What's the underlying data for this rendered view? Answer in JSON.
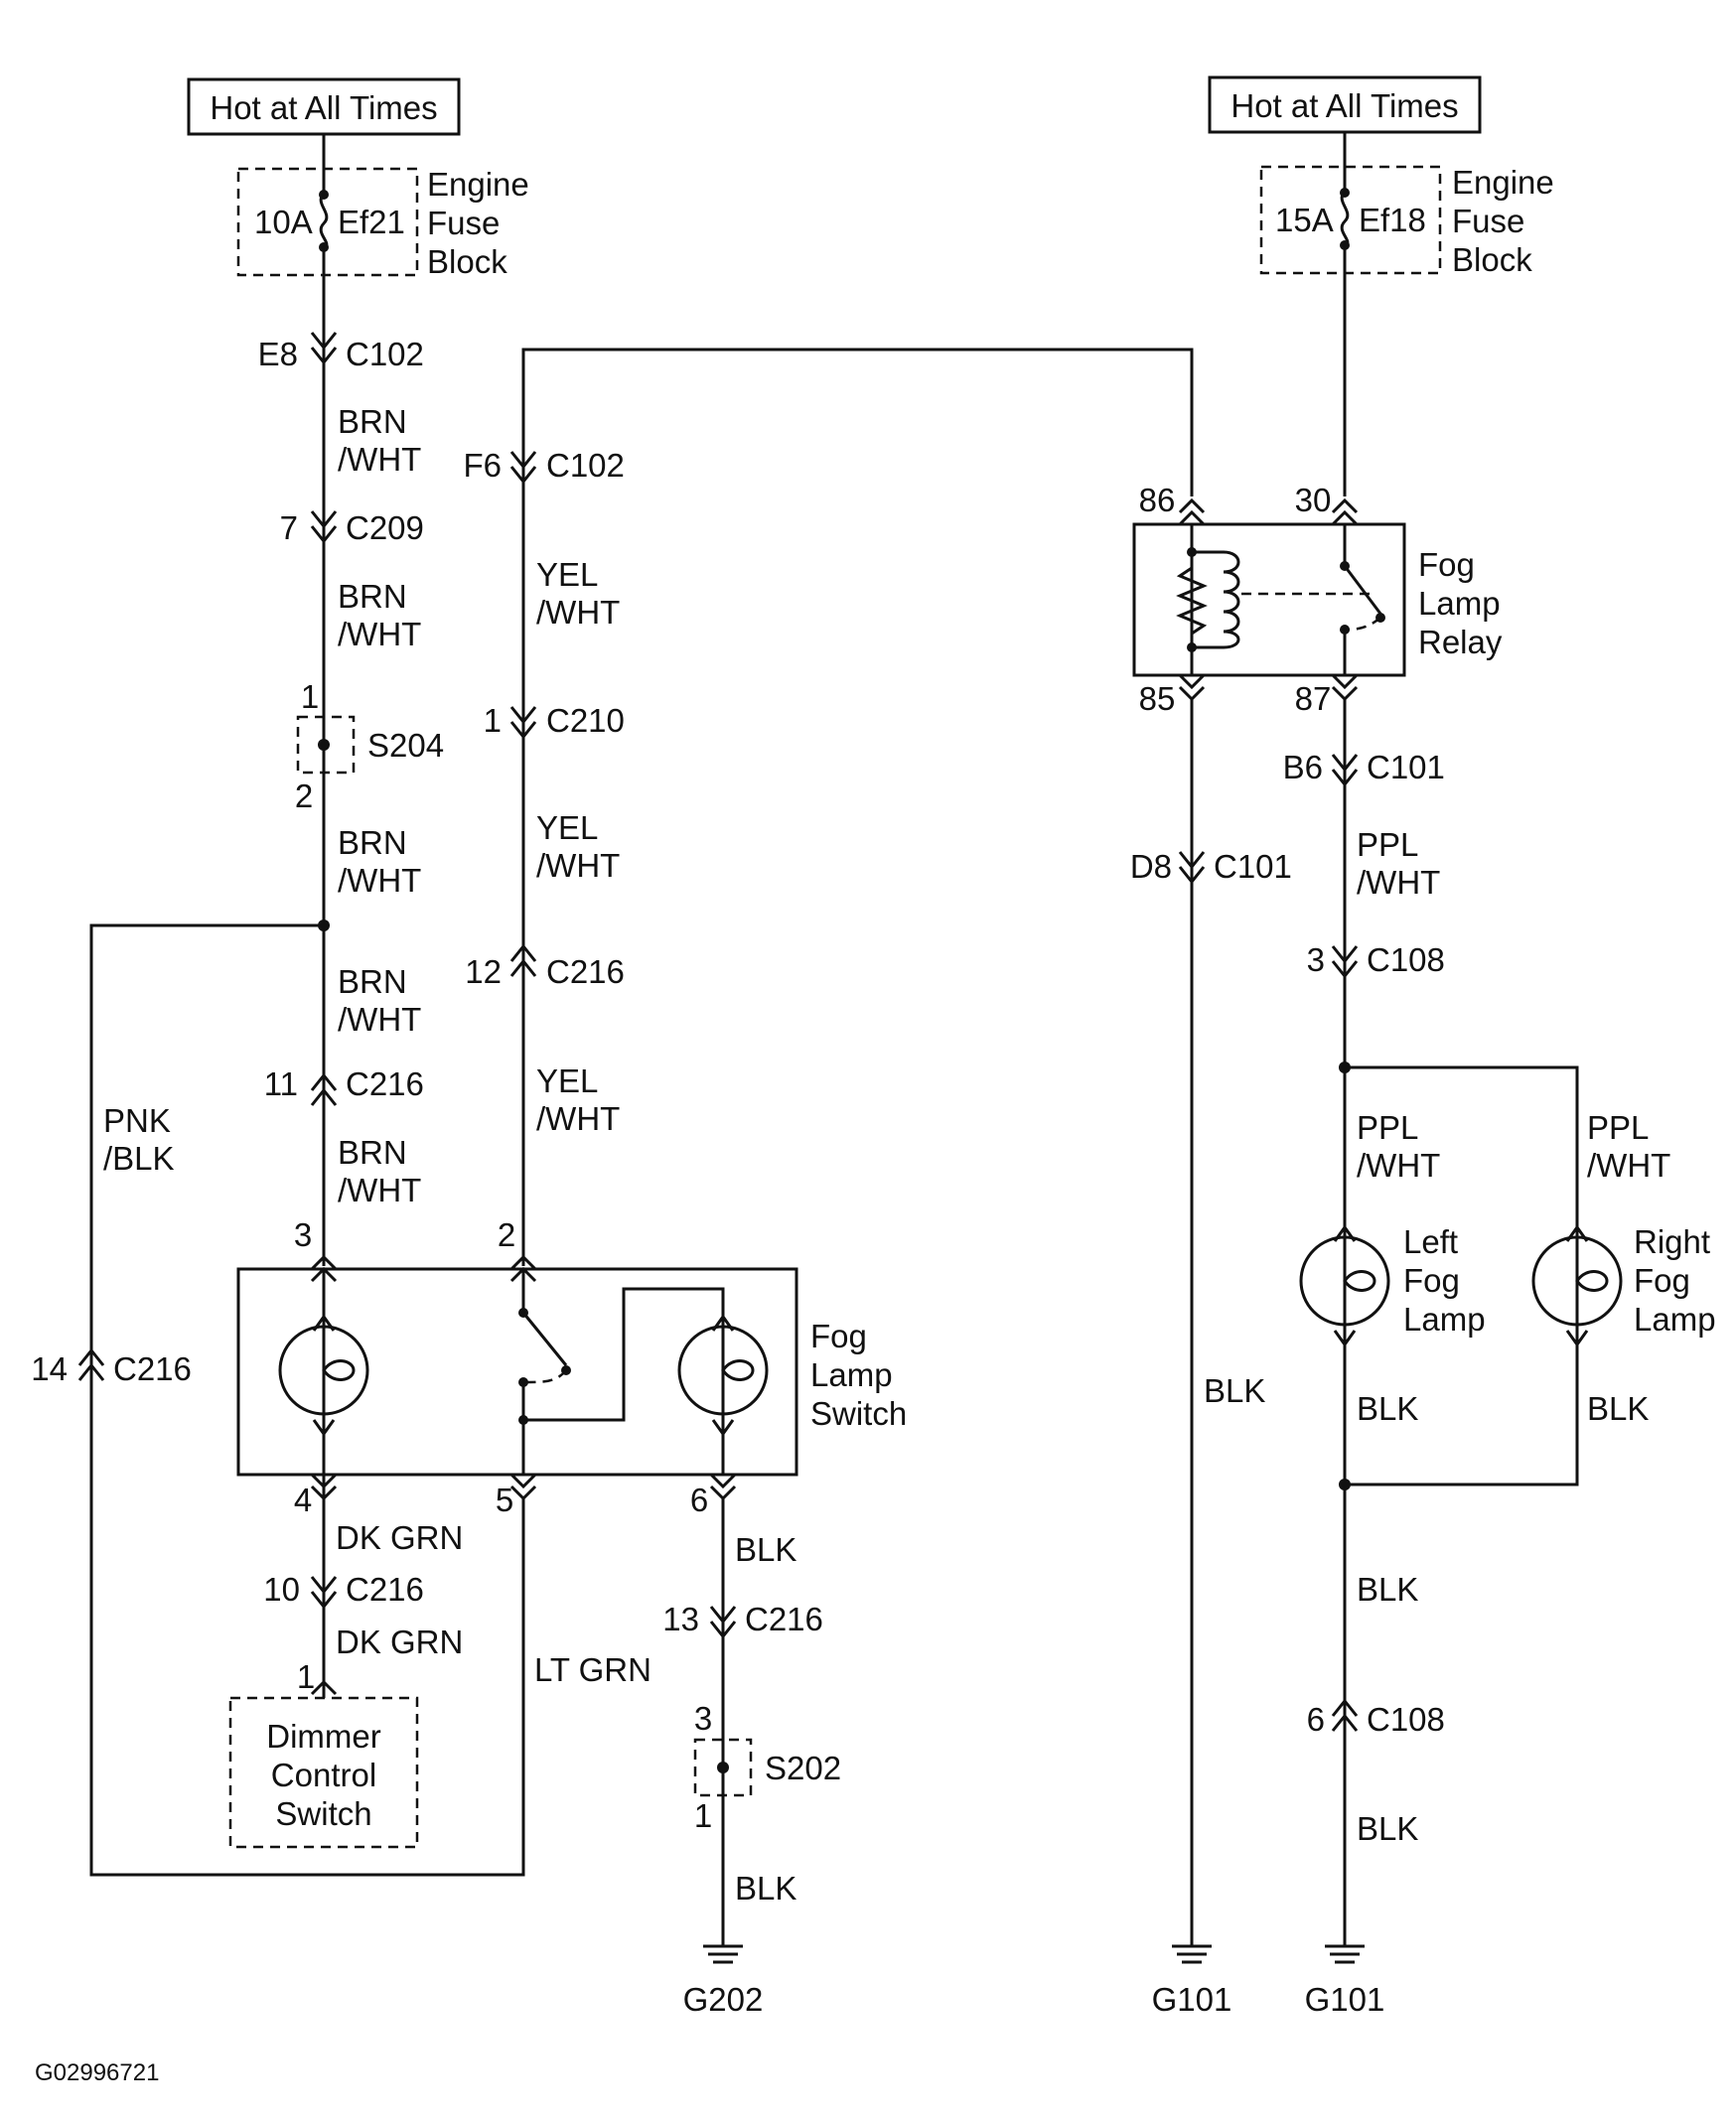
{
  "power": {
    "left_source": "Hot at All Times",
    "right_source": "Hot at All Times"
  },
  "fuses": {
    "left": {
      "rating": "10A",
      "id": "Ef21",
      "block": [
        "Engine",
        "Fuse",
        "Block"
      ]
    },
    "right": {
      "rating": "15A",
      "id": "Ef18",
      "block": [
        "Engine",
        "Fuse",
        "Block"
      ]
    }
  },
  "connectors": {
    "e8": "E8",
    "c102_a": "C102",
    "f6": "F6",
    "c102_b": "C102",
    "p7": "7",
    "c209": "C209",
    "p1_c210": "1",
    "c210": "C210",
    "p12": "12",
    "c216_12": "C216",
    "p11": "11",
    "c216_11": "C216",
    "p14": "14",
    "c216_14": "C216",
    "p10": "10",
    "c216_10": "C216",
    "p13": "13",
    "c216_13": "C216",
    "d8": "D8",
    "c101_d8": "C101",
    "b6": "B6",
    "c101_b6": "C101",
    "p3_c108": "3",
    "c108_3": "C108",
    "p6_c108": "6",
    "c108_6": "C108"
  },
  "splices": {
    "s204": {
      "id": "S204",
      "pin_top": "1",
      "pin_bottom": "2"
    },
    "s202": {
      "id": "S202",
      "pin_top": "3",
      "pin_bottom": "1"
    }
  },
  "wires": {
    "brn_1": [
      "BRN",
      "/WHT"
    ],
    "brn_2": [
      "BRN",
      "/WHT"
    ],
    "brn_3": [
      "BRN",
      "/WHT"
    ],
    "brn_4": [
      "BRN",
      "/WHT"
    ],
    "brn_5": [
      "BRN",
      "/WHT"
    ],
    "yel_1": [
      "YEL",
      "/WHT"
    ],
    "yel_2": [
      "YEL",
      "/WHT"
    ],
    "yel_3": [
      "YEL",
      "/WHT"
    ],
    "pnk": [
      "PNK",
      "/BLK"
    ],
    "dk_grn_1": "DK GRN",
    "dk_grn_2": "DK GRN",
    "lt_grn": "LT GRN",
    "blk_switch_1": "BLK",
    "blk_switch_2": "BLK",
    "blk_relay": "BLK",
    "ppl_1": [
      "PPL",
      "/WHT"
    ],
    "ppl_left": [
      "PPL",
      "/WHT"
    ],
    "ppl_right": [
      "PPL",
      "/WHT"
    ],
    "blk_left_lamp": "BLK",
    "blk_right_lamp": "BLK",
    "blk_r1": "BLK",
    "blk_r2": "BLK"
  },
  "switch": {
    "label": [
      "Fog",
      "Lamp",
      "Switch"
    ],
    "pin3": "3",
    "pin2": "2",
    "pin4": "4",
    "pin5": "5",
    "pin6": "6"
  },
  "dimmer": {
    "label": [
      "Dimmer",
      "Control",
      "Switch"
    ],
    "pin": "1"
  },
  "relay": {
    "label": [
      "Fog",
      "Lamp",
      "Relay"
    ],
    "pin86": "86",
    "pin30": "30",
    "pin85": "85",
    "pin87": "87"
  },
  "lamps": {
    "left": [
      "Left",
      "Fog",
      "Lamp"
    ],
    "right": [
      "Right",
      "Fog",
      "Lamp"
    ]
  },
  "grounds": {
    "g202": "G202",
    "g101_a": "G101",
    "g101_b": "G101"
  },
  "figure_id": "G02996721"
}
